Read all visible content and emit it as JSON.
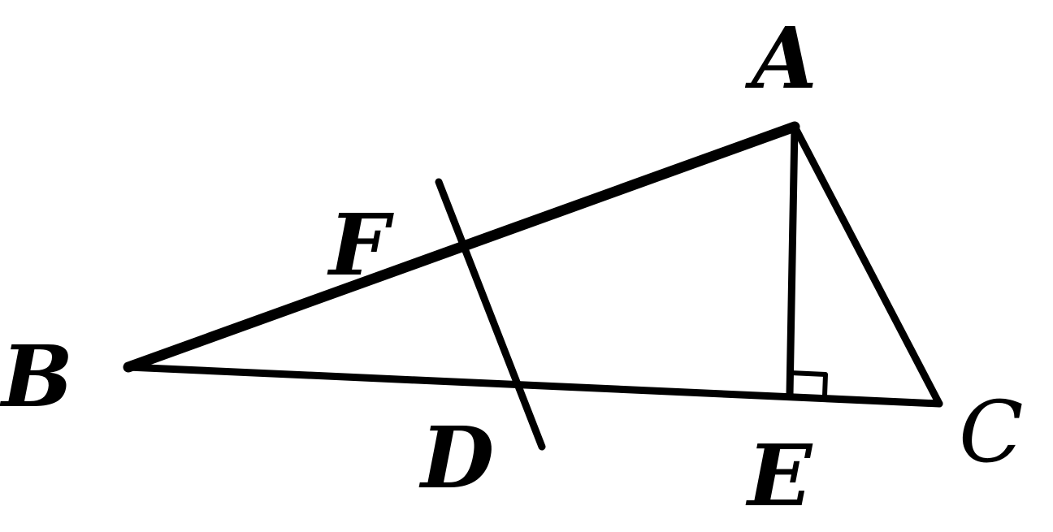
{
  "figure": {
    "stroke_color": "#000000",
    "background": "#ffffff",
    "points": {
      "A": "A",
      "B": "B",
      "C": "C",
      "D": "D",
      "E": "E",
      "F": "F"
    },
    "segments": [
      "AB",
      "BC",
      "CA",
      "AE",
      "DF"
    ],
    "right_angle_at": "E"
  }
}
